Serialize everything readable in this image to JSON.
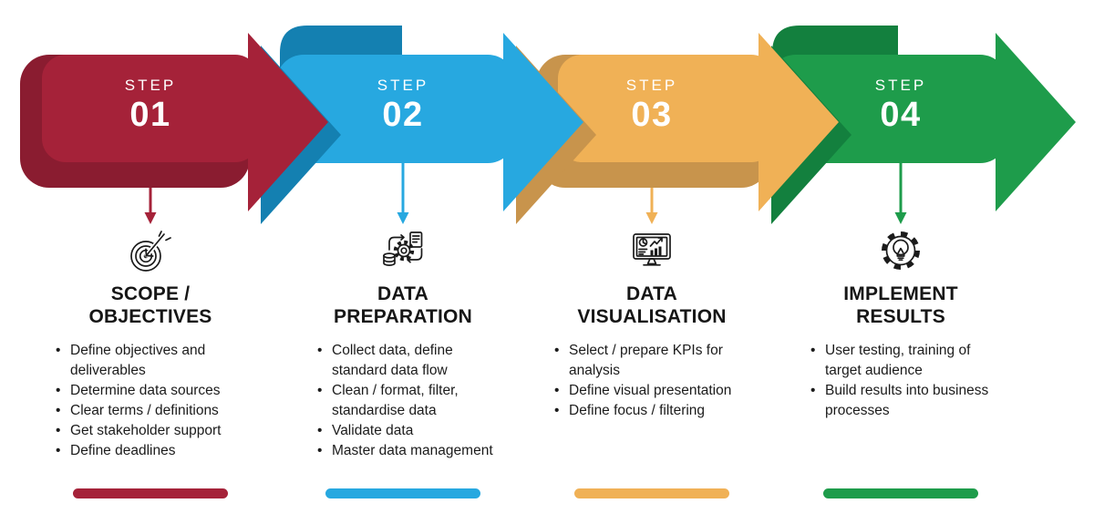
{
  "background": "#FFFFFF",
  "text_color": "#1B1B1B",
  "steps": [
    {
      "step_label": "STEP",
      "step_number": "01",
      "title_line1": "SCOPE /",
      "title_line2": "OBJECTIVES",
      "icon": "target-dart-icon",
      "colors": {
        "main": "#A52239",
        "dark": "#8A1C30"
      },
      "bullets": [
        "Define objectives and deliverables",
        "Determine data sources",
        "Clear terms / definitions",
        "Get stakeholder support",
        "Define deadlines"
      ]
    },
    {
      "step_label": "STEP",
      "step_number": "02",
      "title_line1": "DATA",
      "title_line2": "PREPARATION",
      "icon": "data-process-icon",
      "colors": {
        "main": "#27A8E0",
        "dark": "#1480B1"
      },
      "bullets": [
        "Collect data, define standard data flow",
        "Clean / format, filter, standardise data",
        "Validate data",
        "Master data management"
      ]
    },
    {
      "step_label": "STEP",
      "step_number": "03",
      "title_line1": "DATA",
      "title_line2": "VISUALISATION",
      "icon": "dashboard-icon",
      "colors": {
        "main": "#F0B156",
        "dark": "#C8944C"
      },
      "bullets": [
        "Select / prepare KPIs for analysis",
        "Define visual presentation",
        "Define focus / filtering"
      ]
    },
    {
      "step_label": "STEP",
      "step_number": "04",
      "title_line1": "IMPLEMENT",
      "title_line2": "RESULTS",
      "icon": "bulb-gear-icon",
      "colors": {
        "main": "#1E9C4B",
        "dark": "#13803E"
      },
      "bullets": [
        "User testing, training of target audience",
        "Build results into business processes"
      ]
    }
  ]
}
